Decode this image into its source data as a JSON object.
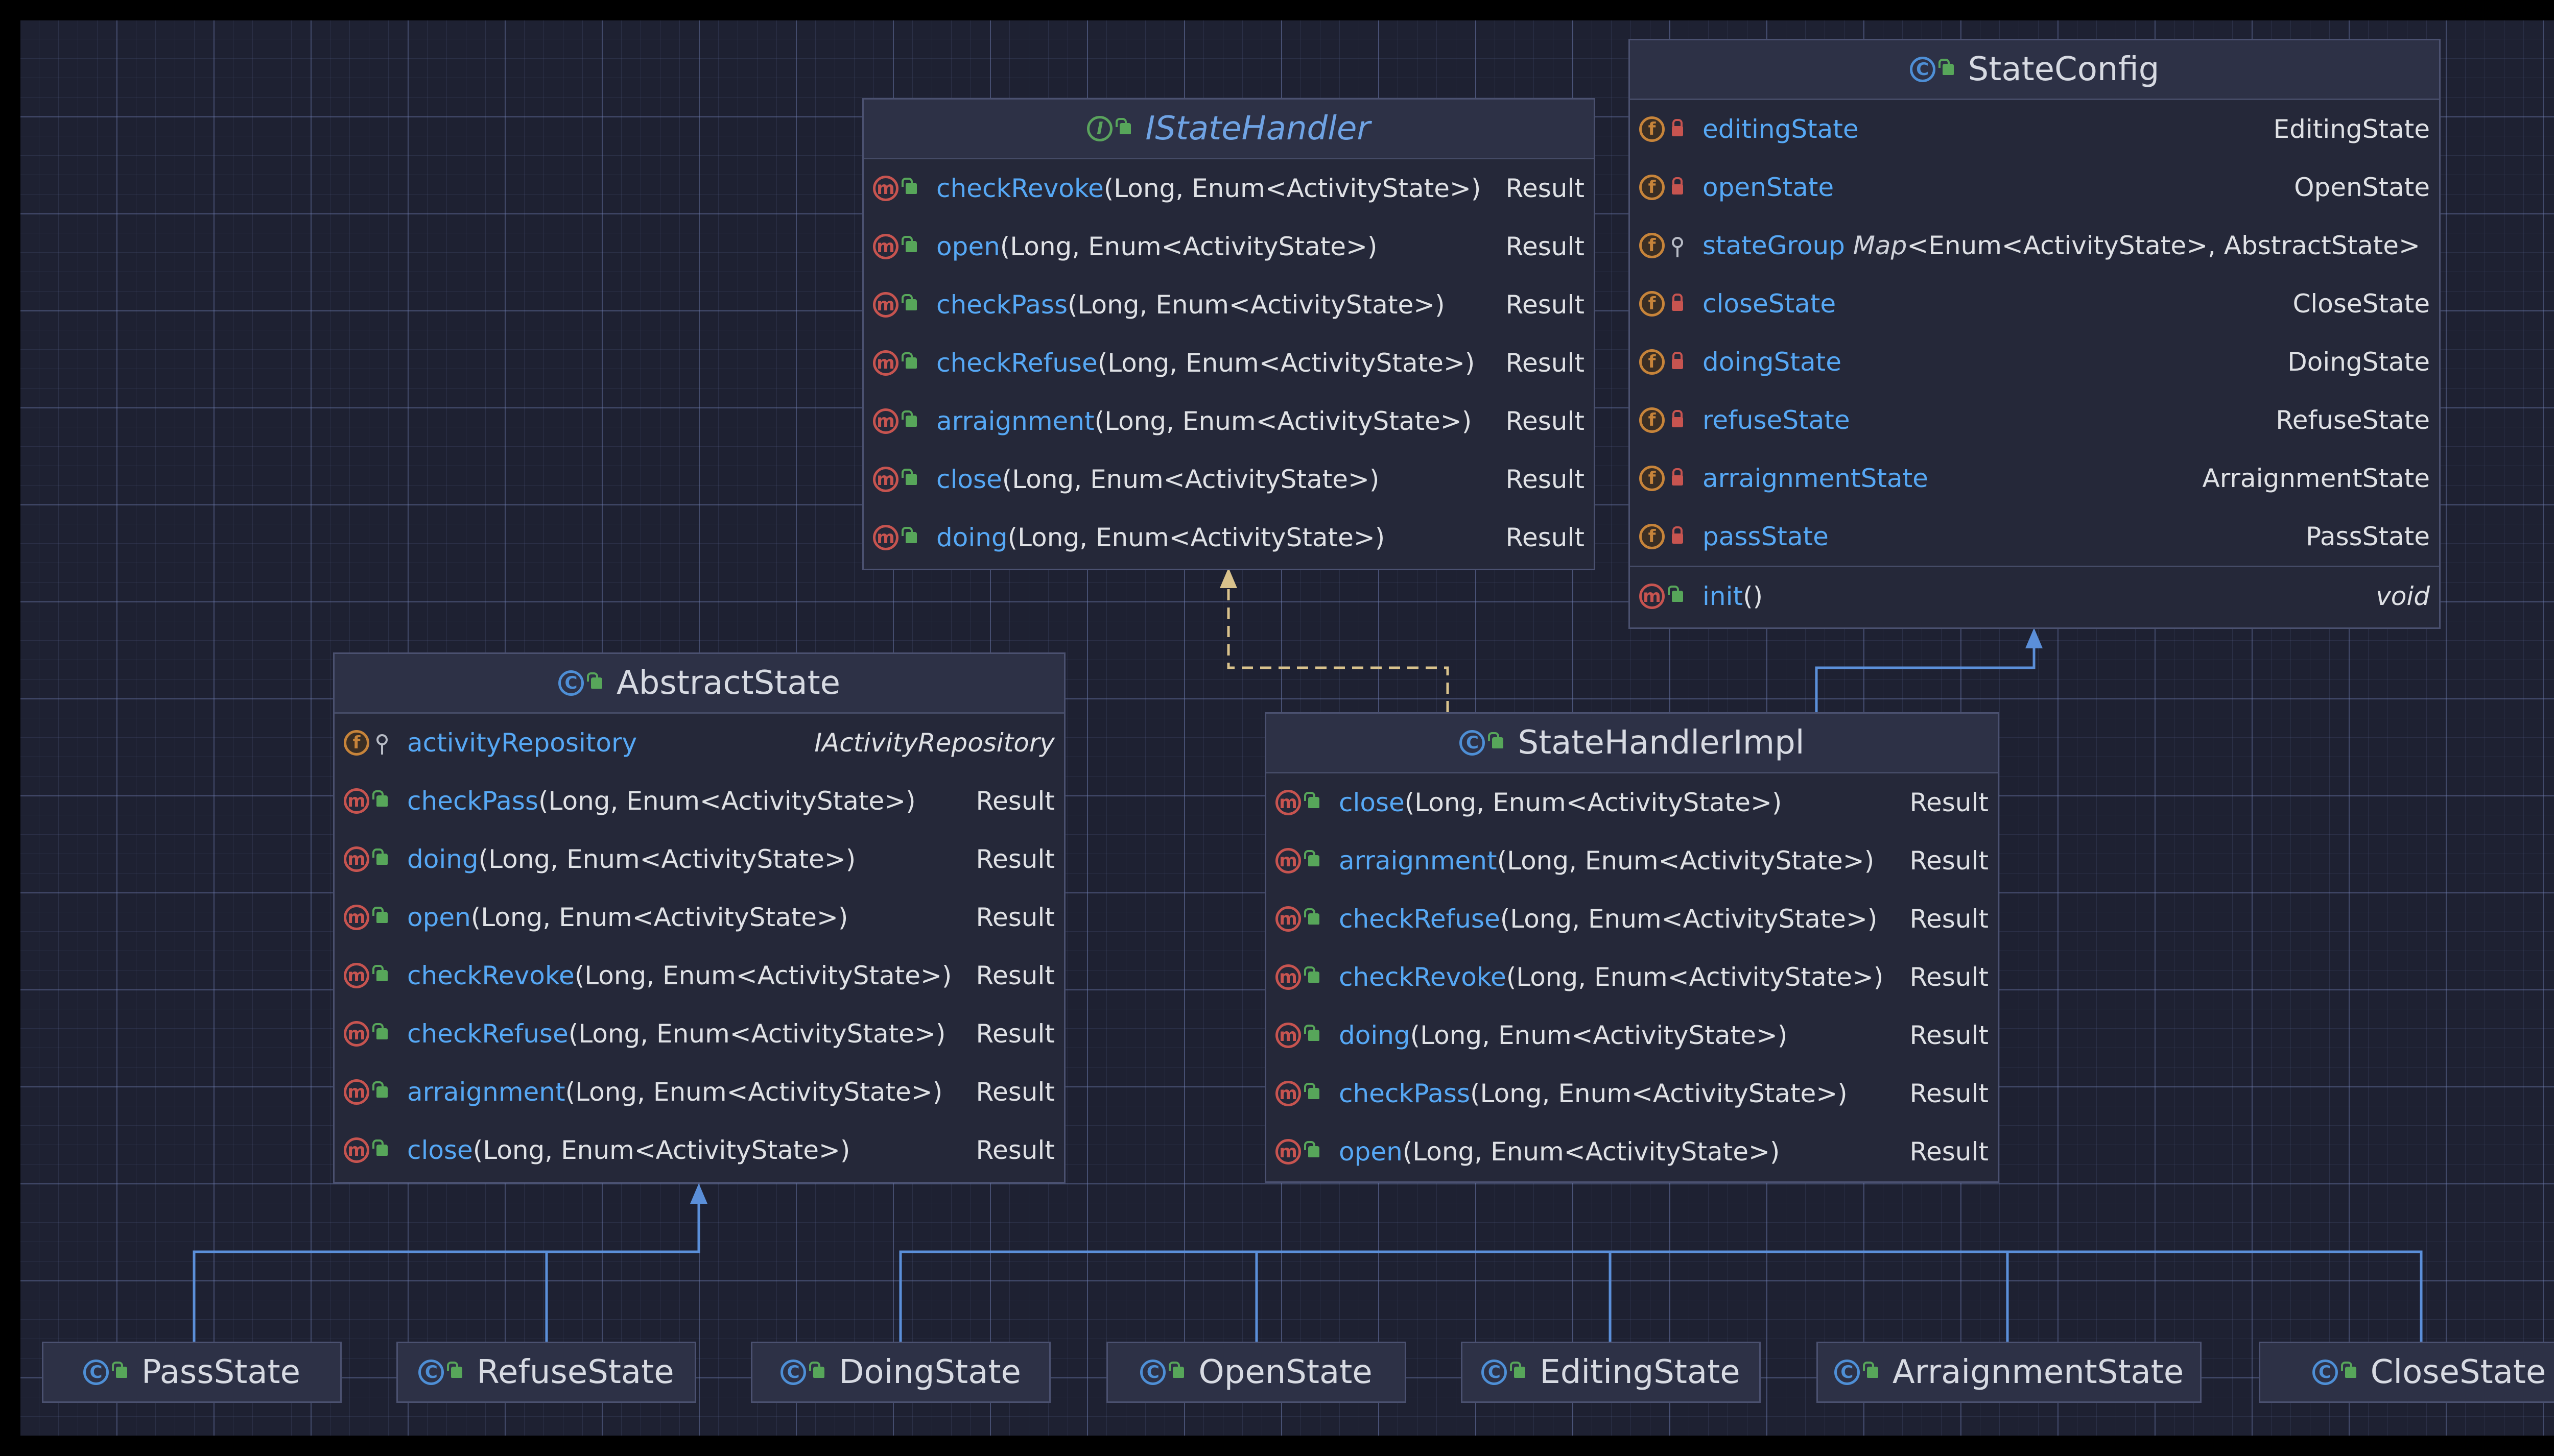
{
  "colors": {
    "background": "#000000",
    "canvas": "#1e2132",
    "node_fill": "#252839",
    "node_border": "#4b5170",
    "method_name": "#56a8f5",
    "text": "#dfe1e5",
    "edge": "#5b8fd9",
    "dashed_edge": "#d9c28c"
  },
  "nodes": {
    "istatehandler": {
      "title": "IStateHandler",
      "kind_icon": "interface-icon",
      "rows": [
        {
          "icon": "method-icon",
          "visibility": "public",
          "name": "checkRevoke",
          "params": "(Long, Enum<ActivityState>)",
          "type": "Result"
        },
        {
          "icon": "method-icon",
          "visibility": "public",
          "name": "open",
          "params": "(Long, Enum<ActivityState>)",
          "type": "Result"
        },
        {
          "icon": "method-icon",
          "visibility": "public",
          "name": "checkPass",
          "params": "(Long, Enum<ActivityState>)",
          "type": "Result"
        },
        {
          "icon": "method-icon",
          "visibility": "public",
          "name": "checkRefuse",
          "params": "(Long, Enum<ActivityState>)",
          "type": "Result"
        },
        {
          "icon": "method-icon",
          "visibility": "public",
          "name": "arraignment",
          "params": "(Long, Enum<ActivityState>)",
          "type": "Result"
        },
        {
          "icon": "method-icon",
          "visibility": "public",
          "name": "close",
          "params": "(Long, Enum<ActivityState>)",
          "type": "Result"
        },
        {
          "icon": "method-icon",
          "visibility": "public",
          "name": "doing",
          "params": "(Long, Enum<ActivityState>)",
          "type": "Result"
        }
      ]
    },
    "stateconfig": {
      "title": "StateConfig",
      "kind_icon": "class-icon",
      "fields": [
        {
          "icon": "field-icon",
          "visibility": "private",
          "name": "editingState",
          "type": "EditingState"
        },
        {
          "icon": "field-icon",
          "visibility": "private",
          "name": "openState",
          "type": "OpenState"
        },
        {
          "icon": "field-icon",
          "visibility": "package",
          "name": "stateGroup",
          "map_label": "Map",
          "type": "<Enum<ActivityState>, AbstractState>"
        },
        {
          "icon": "field-icon",
          "visibility": "private",
          "name": "closeState",
          "type": "CloseState"
        },
        {
          "icon": "field-icon",
          "visibility": "private",
          "name": "doingState",
          "type": "DoingState"
        },
        {
          "icon": "field-icon",
          "visibility": "private",
          "name": "refuseState",
          "type": "RefuseState"
        },
        {
          "icon": "field-icon",
          "visibility": "private",
          "name": "arraignmentState",
          "type": "ArraignmentState"
        },
        {
          "icon": "field-icon",
          "visibility": "private",
          "name": "passState",
          "type": "PassState"
        }
      ],
      "methods": [
        {
          "icon": "method-icon",
          "visibility": "public",
          "name": "init",
          "params": "()",
          "type": "void"
        }
      ]
    },
    "abstractstate": {
      "title": "AbstractState",
      "kind_icon": "abstract-class-icon",
      "fields": [
        {
          "icon": "field-icon",
          "visibility": "package",
          "name": "activityRepository",
          "type": "IActivityRepository"
        }
      ],
      "methods": [
        {
          "icon": "method-icon",
          "visibility": "public",
          "name": "checkPass",
          "params": "(Long, Enum<ActivityState>)",
          "type": "Result"
        },
        {
          "icon": "method-icon",
          "visibility": "public",
          "name": "doing",
          "params": "(Long, Enum<ActivityState>)",
          "type": "Result"
        },
        {
          "icon": "method-icon",
          "visibility": "public",
          "name": "open",
          "params": "(Long, Enum<ActivityState>)",
          "type": "Result"
        },
        {
          "icon": "method-icon",
          "visibility": "public",
          "name": "checkRevoke",
          "params": "(Long, Enum<ActivityState>)",
          "type": "Result"
        },
        {
          "icon": "method-icon",
          "visibility": "public",
          "name": "checkRefuse",
          "params": "(Long, Enum<ActivityState>)",
          "type": "Result"
        },
        {
          "icon": "method-icon",
          "visibility": "public",
          "name": "arraignment",
          "params": "(Long, Enum<ActivityState>)",
          "type": "Result"
        },
        {
          "icon": "method-icon",
          "visibility": "public",
          "name": "close",
          "params": "(Long, Enum<ActivityState>)",
          "type": "Result"
        }
      ]
    },
    "statehandlerimpl": {
      "title": "StateHandlerImpl",
      "kind_icon": "class-icon",
      "methods": [
        {
          "icon": "method-icon",
          "visibility": "public",
          "name": "close",
          "params": "(Long, Enum<ActivityState>)",
          "type": "Result"
        },
        {
          "icon": "method-icon",
          "visibility": "public",
          "name": "arraignment",
          "params": "(Long, Enum<ActivityState>)",
          "type": "Result"
        },
        {
          "icon": "method-icon",
          "visibility": "public",
          "name": "checkRefuse",
          "params": "(Long, Enum<ActivityState>)",
          "type": "Result"
        },
        {
          "icon": "method-icon",
          "visibility": "public",
          "name": "checkRevoke",
          "params": "(Long, Enum<ActivityState>)",
          "type": "Result"
        },
        {
          "icon": "method-icon",
          "visibility": "public",
          "name": "doing",
          "params": "(Long, Enum<ActivityState>)",
          "type": "Result"
        },
        {
          "icon": "method-icon",
          "visibility": "public",
          "name": "checkPass",
          "params": "(Long, Enum<ActivityState>)",
          "type": "Result"
        },
        {
          "icon": "method-icon",
          "visibility": "public",
          "name": "open",
          "params": "(Long, Enum<ActivityState>)",
          "type": "Result"
        }
      ]
    },
    "leaves": [
      {
        "title": "PassState",
        "kind_icon": "class-icon"
      },
      {
        "title": "RefuseState",
        "kind_icon": "class-icon"
      },
      {
        "title": "DoingState",
        "kind_icon": "class-icon"
      },
      {
        "title": "OpenState",
        "kind_icon": "class-icon"
      },
      {
        "title": "EditingState",
        "kind_icon": "class-icon"
      },
      {
        "title": "ArraignmentState",
        "kind_icon": "class-icon"
      },
      {
        "title": "CloseState",
        "kind_icon": "class-icon"
      }
    ]
  },
  "icon_letters": {
    "method": "m",
    "field": "f",
    "class": "C",
    "interface": "I"
  }
}
